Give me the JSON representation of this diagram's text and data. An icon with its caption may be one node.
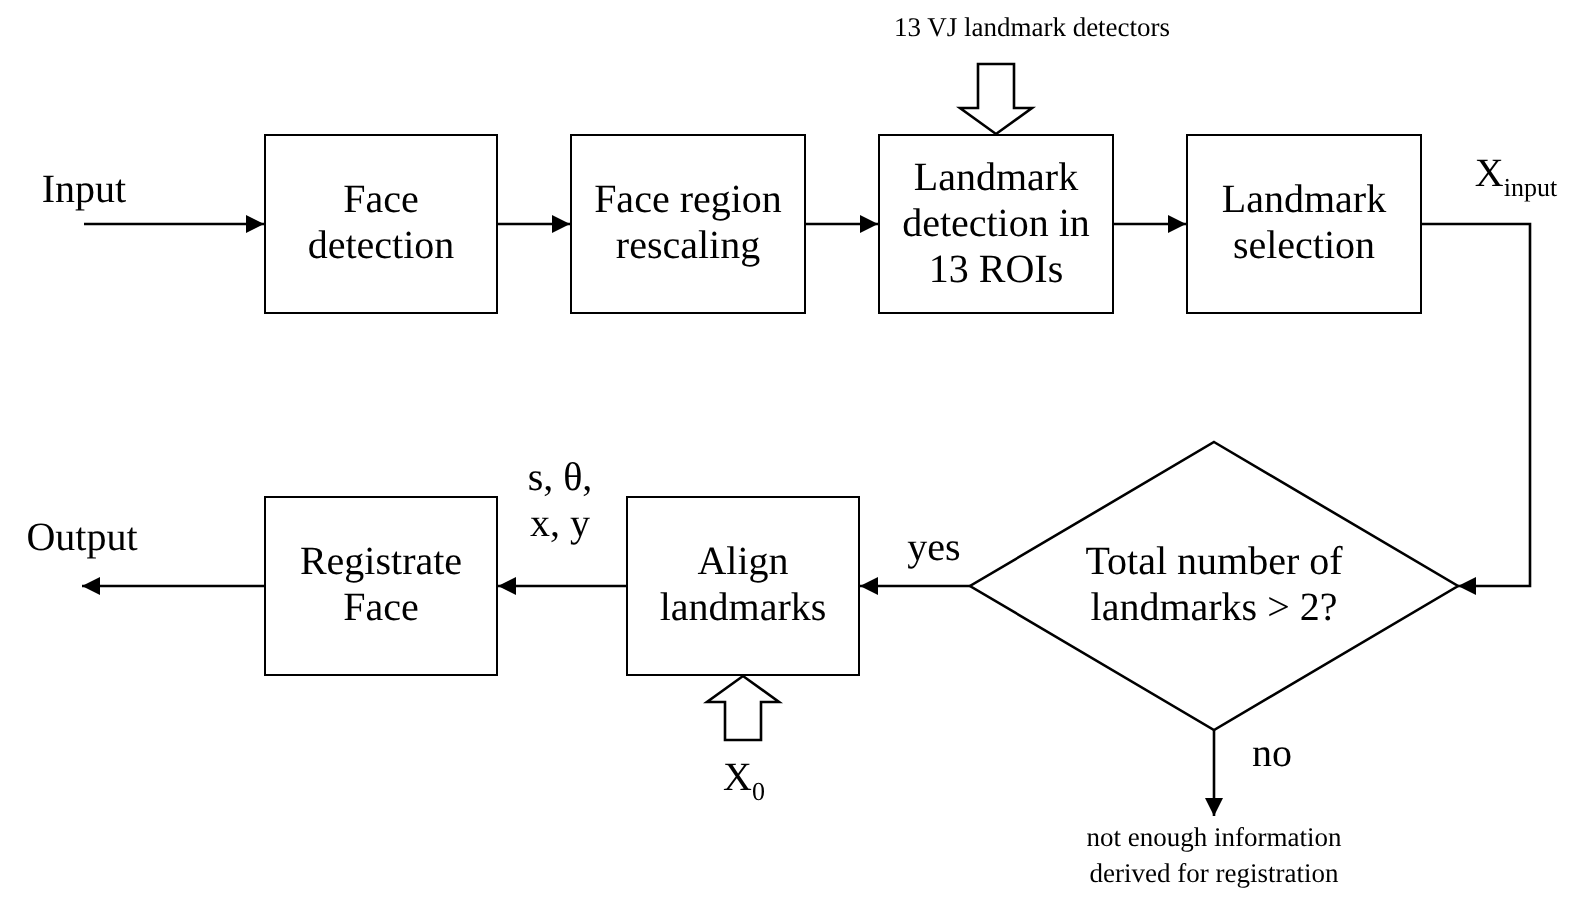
{
  "diagram": {
    "nodes": [
      {
        "text": [
          "Input"
        ]
      },
      {
        "text": [
          "Face detection"
        ]
      },
      {
        "text": [
          "Face region rescaling"
        ]
      },
      {
        "text": [
          "Landmark detection in 13 ROIs"
        ]
      },
      {
        "text": [
          "Landmark selection"
        ]
      },
      {
        "text": [
          "Total number of landmarks > 2?"
        ]
      },
      {
        "text": [
          "Align landmarks"
        ]
      },
      {
        "text": [
          "Registrate Face"
        ]
      },
      {
        "text": [
          "Output"
        ]
      },
      {
        "text": [
          "13 VJ landmark detectors"
        ]
      },
      {
        "text": [
          "X$_{0}$"
        ]
      },
      {
        "text": [
          "not enough information derived for registration"
        ]
      }
    ],
    "edges": [
      {
        "from": 0,
        "to": 1,
        "arrow": "to"
      },
      {
        "from": 1,
        "to": 2,
        "arrow": "to"
      },
      {
        "from": 2,
        "to": 3,
        "arrow": "to"
      },
      {
        "from": 3,
        "to": 4,
        "arrow": "to"
      },
      {
        "from": 4,
        "to": 5,
        "arrow": "to",
        "label": "X$_{input}$"
      },
      {
        "from": 5,
        "to": 6,
        "arrow": "to",
        "label": "yes"
      },
      {
        "from": 6,
        "to": 7,
        "arrow": "to",
        "label": "s, θ, x, y"
      },
      {
        "from": 7,
        "to": 8,
        "arrow": "to"
      },
      {
        "from": 9,
        "to": 3,
        "arrow": "to",
        "style": "thick"
      },
      {
        "from": 10,
        "to": 6,
        "arrow": "to",
        "style": "thick"
      },
      {
        "from": 5,
        "to": 11,
        "arrow": "to",
        "label": "no"
      }
    ]
  }
}
